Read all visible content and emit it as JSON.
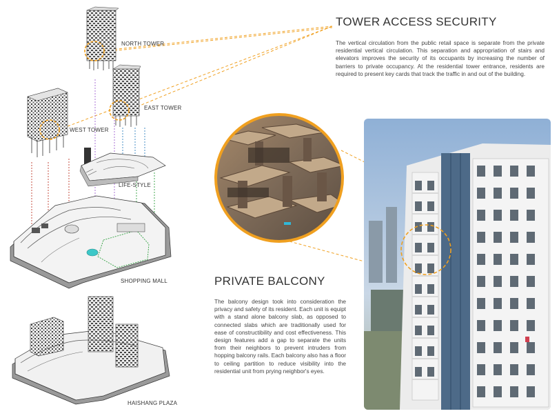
{
  "labels": {
    "north_tower": "NORTH TOWER",
    "east_tower": "EAST TOWER",
    "west_tower": "WEST TOWER",
    "life_style": "LIFE-STYLE",
    "shopping_mall": "SHOPPING MALL",
    "haishang_plaza": "HAISHANG PLAZA"
  },
  "security": {
    "title": "TOWER ACCESS SECURITY",
    "text": "The vertical circulation from the public retail space is separate from the private residential vertical circulation.  This separation and appropriation of stairs and elevators improves the security of its occupants by increasing the number of barriers to private occupancy. At the residential tower entrance, residents are required to present key cards that track the traffic in and out of the building."
  },
  "balcony": {
    "title": "PRIVATE BALCONY",
    "text": "The balcony design took into consideration the privacy and safety of its resident. Each unit is equipt with a stand alone balcony slab, as opposed to connected slabs which are traditionally used for ease of constructibility and cost effectiveness.  This design features add a gap to separate the units from their neighbors to prevent intruders from hopping balcony rails.  Each balcony also has a floor to ceiling partition to reduce visibility into the residential unit from prying neighbor's eyes."
  },
  "colors": {
    "accent": "#f0a020",
    "dash_red": "#c0392b",
    "dash_purple": "#a060d0",
    "dash_blue": "#3080c0",
    "dash_green": "#30a040"
  }
}
